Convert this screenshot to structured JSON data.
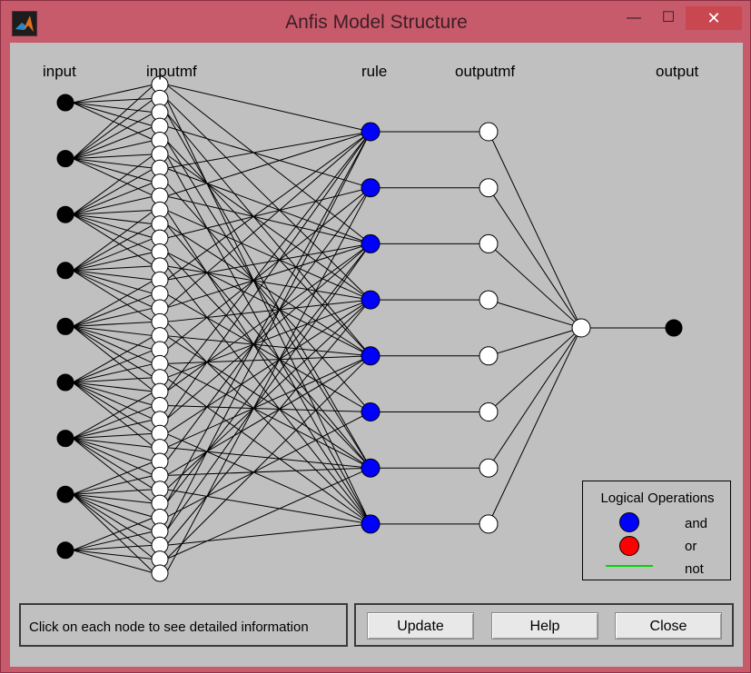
{
  "window": {
    "title": "Anfis Model Structure",
    "min_glyph": "—",
    "max_glyph": "☐",
    "close_glyph": "✕",
    "icon": "matlab-icon"
  },
  "network": {
    "layer_labels": {
      "input": "input",
      "inputmf": "inputmf",
      "rule": "rule",
      "outputmf": "outputmf",
      "output": "output"
    },
    "input_count": 9,
    "inputmf_count": 36,
    "rule_count": 8,
    "outputmf_count": 8,
    "output_count": 1,
    "colors": {
      "input_node": "#000000",
      "inputmf_node": "#ffffff",
      "rule_node": "#0000ff",
      "outputmf_node": "#ffffff",
      "aggregate_node": "#ffffff",
      "output_node": "#000000"
    }
  },
  "legend": {
    "title": "Logical Operations",
    "items": [
      {
        "label": "and",
        "color": "#0000ff"
      },
      {
        "label": "or",
        "color": "#ff0000"
      },
      {
        "label": "not",
        "color": "#00d400"
      }
    ]
  },
  "info": {
    "text": "Click on each node to see detailed information"
  },
  "buttons": {
    "update": "Update",
    "help": "Help",
    "close": "Close"
  }
}
